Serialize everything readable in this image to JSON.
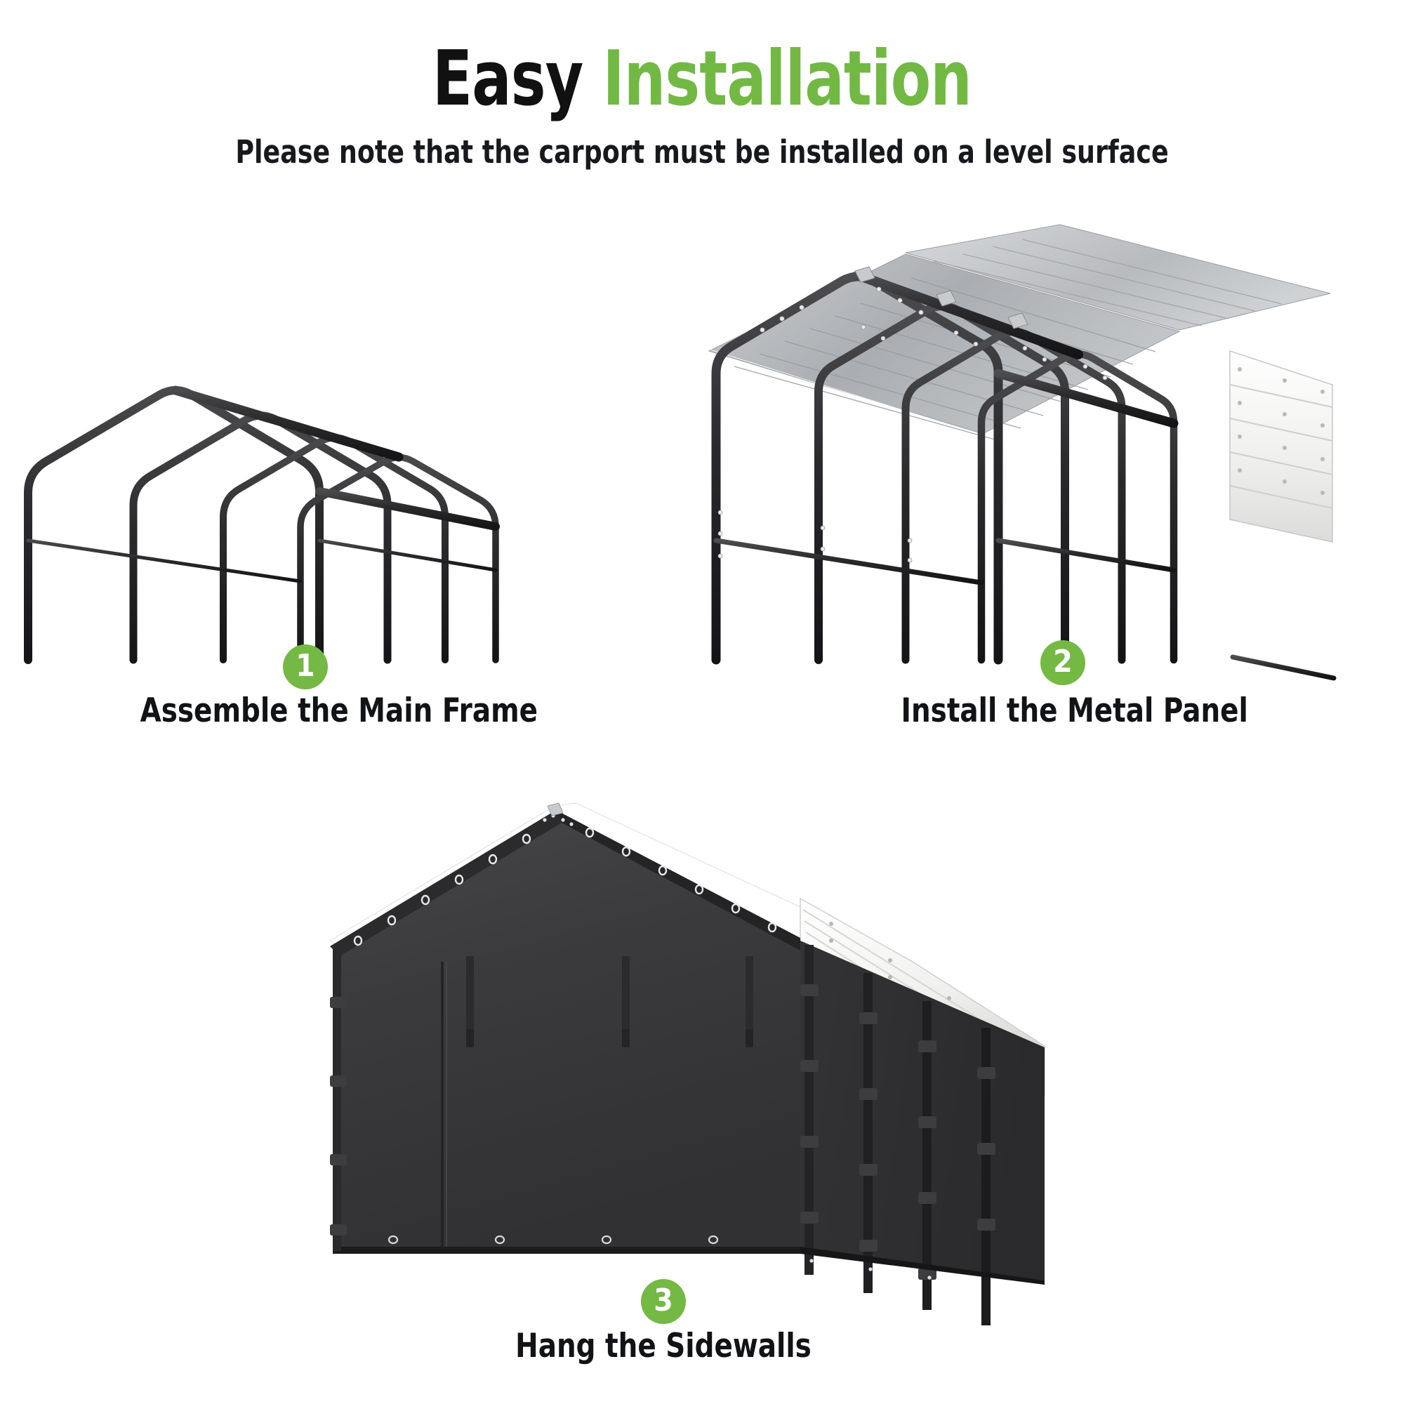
{
  "header": {
    "title_part_1": "Easy ",
    "title_part_2": "Installation",
    "subtitle": "Please note that the carport must be installed on a level surface"
  },
  "colors": {
    "brand_green": "#74b943",
    "title_green": "#72b944",
    "title_black": "#111111",
    "frame_dark": "#2c2c2e",
    "metal_gray": "#b4b7ba",
    "metal_gray_light": "#d2d5d8",
    "panel_white": "#f4f4f2",
    "tarp_dark": "#3a3a3c",
    "background": "#ffffff"
  },
  "steps": [
    {
      "number": "1",
      "caption": "Assemble the Main Frame",
      "illustration": "carport-steel-frame-trusses",
      "truss_count": 4
    },
    {
      "number": "2",
      "caption": "Install the Metal Panel",
      "illustration": "carport-with-metal-roof-and-side-panel",
      "truss_count": 4
    },
    {
      "number": "3",
      "caption": "Hang the Sidewalls",
      "illustration": "carport-with-dark-sidewall-tarp",
      "truss_count": 4
    }
  ]
}
